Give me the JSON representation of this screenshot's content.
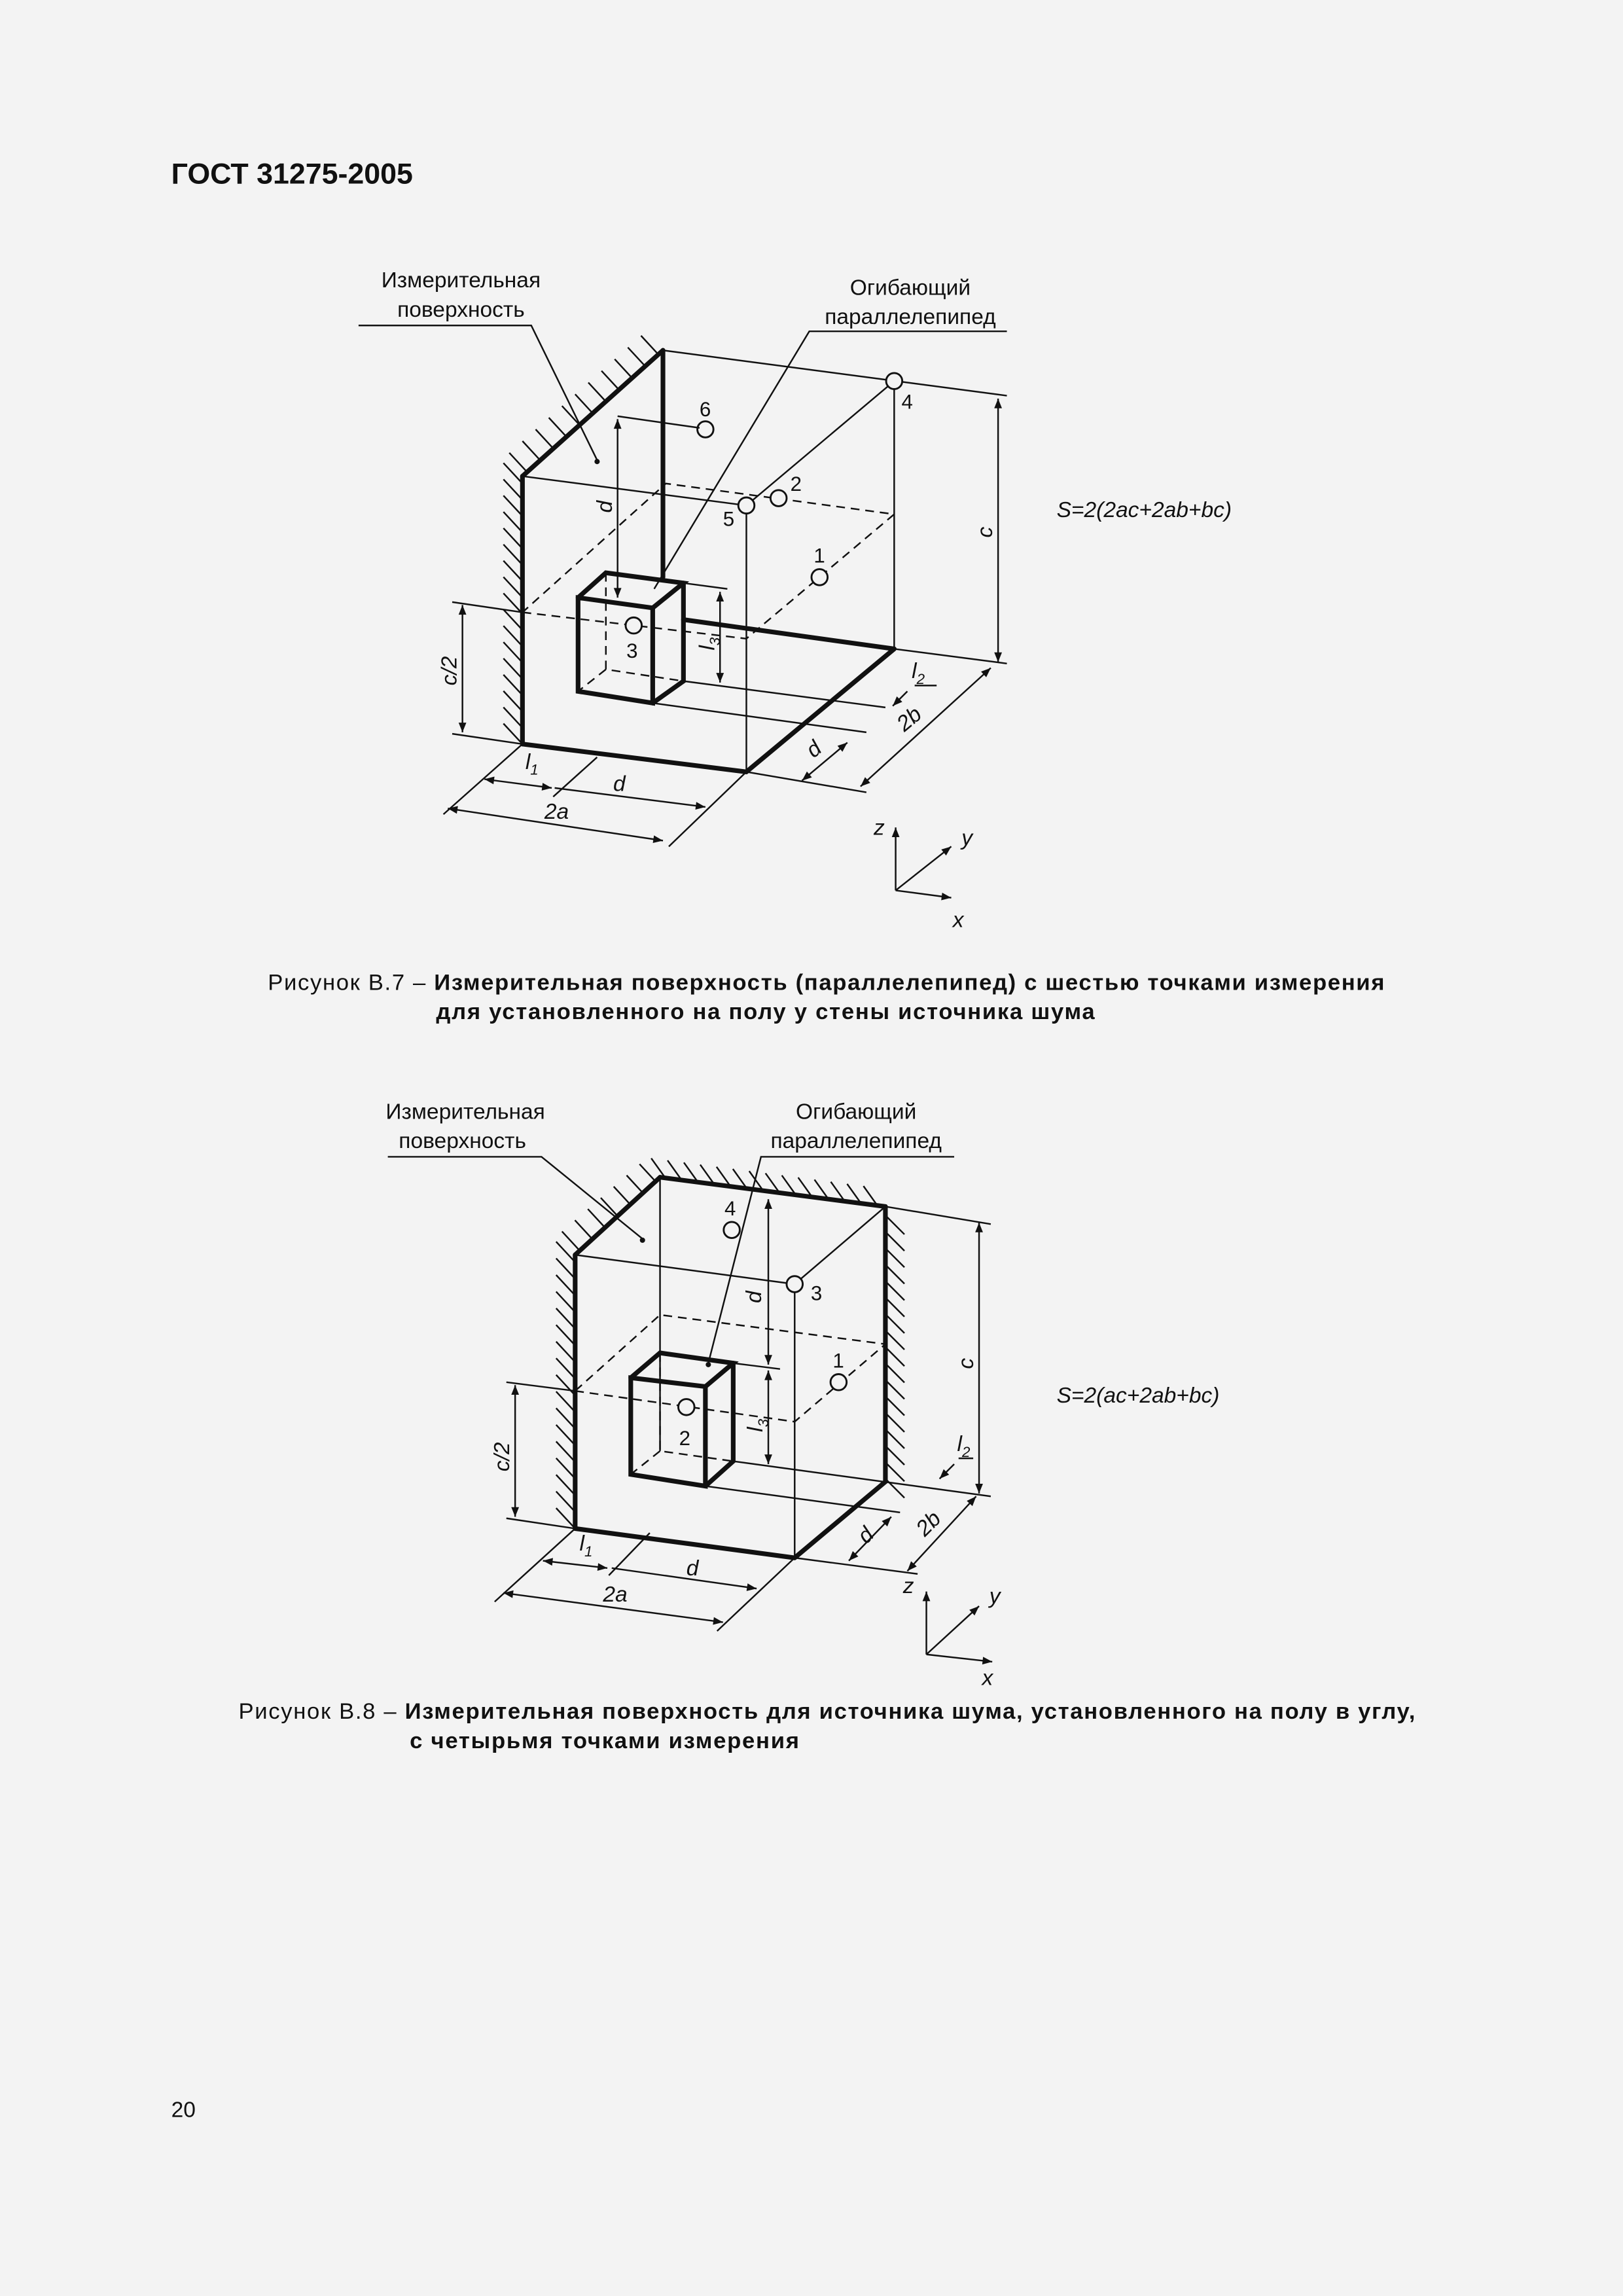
{
  "header": {
    "title": "ГОСТ 31275-2005"
  },
  "figure_b7": {
    "label_surface_line1": "Измерительная",
    "label_surface_line2": "поверхность",
    "label_box_line1": "Огибающий",
    "label_box_line2": "параллелепипед",
    "points": [
      "1",
      "2",
      "3",
      "4",
      "5",
      "6"
    ],
    "dims": {
      "d": "d",
      "c": "c",
      "c2": "c/2",
      "l1": "l",
      "l1_sub": "1",
      "l2": "l",
      "l2_sub": "2",
      "l3": "l",
      "l3_sub": "3",
      "two_a": "2a",
      "two_b": "2b"
    },
    "axes": {
      "x": "x",
      "y": "y",
      "z": "z"
    },
    "formula": "S=2(2ac+2ab+bc)",
    "caption_prefix": "Рисунок В.7 – ",
    "caption_line1": "Измерительная поверхность (параллелепипед) с шестью точками измерения",
    "caption_line2": "для установленного на полу у стены источника шума"
  },
  "figure_b8": {
    "label_surface_line1": "Измерительная",
    "label_surface_line2": "поверхность",
    "label_box_line1": "Огибающий",
    "label_box_line2": "параллелепипед",
    "points": [
      "1",
      "2",
      "3",
      "4"
    ],
    "dims": {
      "d": "d",
      "c": "c",
      "c2": "c/2",
      "l1": "l",
      "l1_sub": "1",
      "l2": "l",
      "l2_sub": "2",
      "l3": "l",
      "l3_sub": "3",
      "two_a": "2a",
      "two_b": "2b"
    },
    "axes": {
      "x": "x",
      "y": "y",
      "z": "z"
    },
    "formula": "S=2(ac+2ab+bc)",
    "caption_prefix": "Рисунок В.8 – ",
    "caption_line1": "Измерительная поверхность для источника шума, установленного на полу в углу,",
    "caption_line2": "с четырьмя точками измерения"
  },
  "page_number": "20"
}
